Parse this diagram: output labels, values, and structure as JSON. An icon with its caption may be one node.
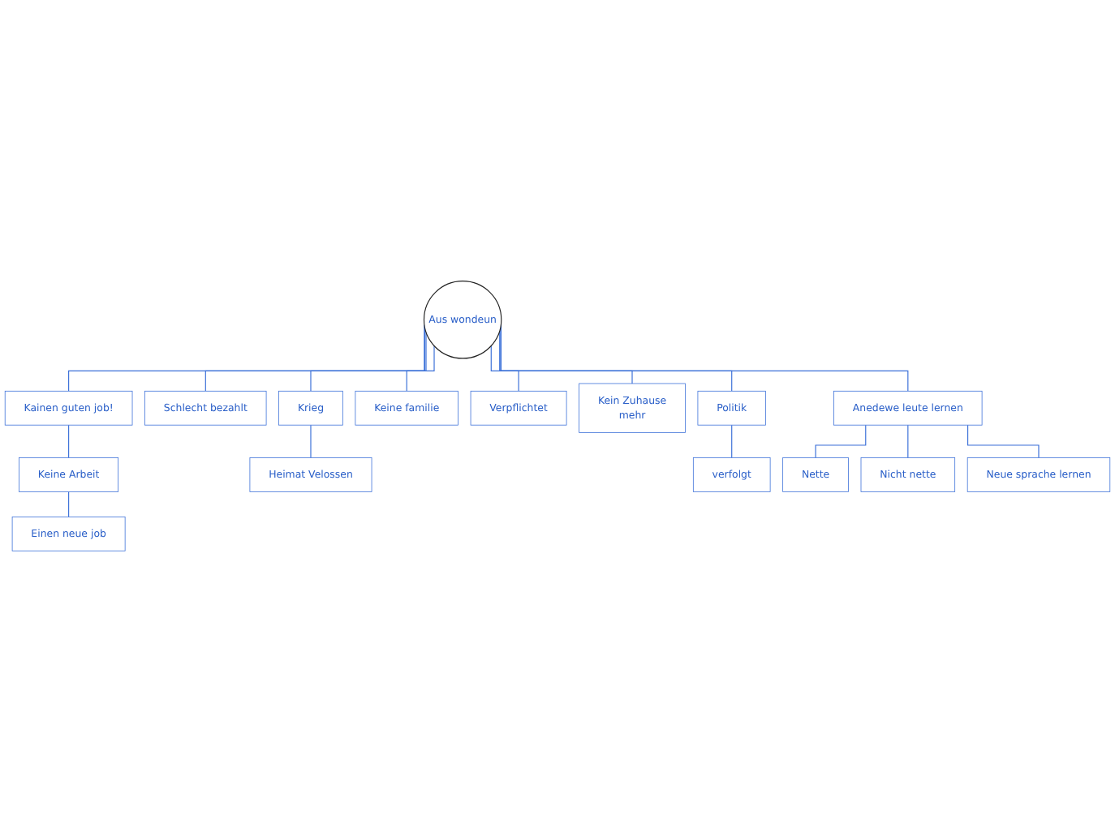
{
  "diagram": {
    "nodes": [
      {
        "text": [
          "Aus wondeun"
        ]
      },
      {
        "text": [
          "Keine Arbeit"
        ]
      },
      {
        "text": [
          "Einen neue job"
        ]
      },
      {
        "text": [
          "Kainen guten job!"
        ]
      },
      {
        "text": [
          "Schlecht bezahlt"
        ]
      },
      {
        "text": [
          "Heimat Velossen"
        ]
      },
      {
        "text": [
          "Krieg"
        ]
      },
      {
        "text": [
          "Keine familie"
        ]
      },
      {
        "text": [
          "Verpflichtet"
        ]
      },
      {
        "text": [
          "Kein Zuhause",
          "mehr"
        ]
      },
      {
        "text": [
          "Politik"
        ]
      },
      {
        "text": [
          "verfolgt"
        ]
      },
      {
        "text": [
          "Anedewe leute lernen"
        ]
      },
      {
        "text": [
          "Nette"
        ]
      },
      {
        "text": [
          "Nicht nette"
        ]
      },
      {
        "text": [
          "Neue sprache lernen"
        ]
      }
    ],
    "edges": [
      {
        "from": 0,
        "to": 3,
        "arrow": "none"
      },
      {
        "from": 3,
        "to": 1,
        "arrow": "none"
      },
      {
        "from": 1,
        "to": 2,
        "arrow": "none"
      },
      {
        "from": 0,
        "to": 4,
        "arrow": "none"
      },
      {
        "from": 0,
        "to": 6,
        "arrow": "none"
      },
      {
        "from": 6,
        "to": 5,
        "arrow": "none"
      },
      {
        "from": 0,
        "to": 7,
        "arrow": "none"
      },
      {
        "from": 0,
        "to": 8,
        "arrow": "none"
      },
      {
        "from": 0,
        "to": 9,
        "arrow": "none"
      },
      {
        "from": 0,
        "to": 10,
        "arrow": "none"
      },
      {
        "from": 10,
        "to": 11,
        "arrow": "none"
      },
      {
        "from": 0,
        "to": 12,
        "arrow": "none"
      },
      {
        "from": 12,
        "to": 13,
        "arrow": "none"
      },
      {
        "from": 12,
        "to": 14,
        "arrow": "none"
      },
      {
        "from": 12,
        "to": 15,
        "arrow": "none"
      }
    ]
  }
}
